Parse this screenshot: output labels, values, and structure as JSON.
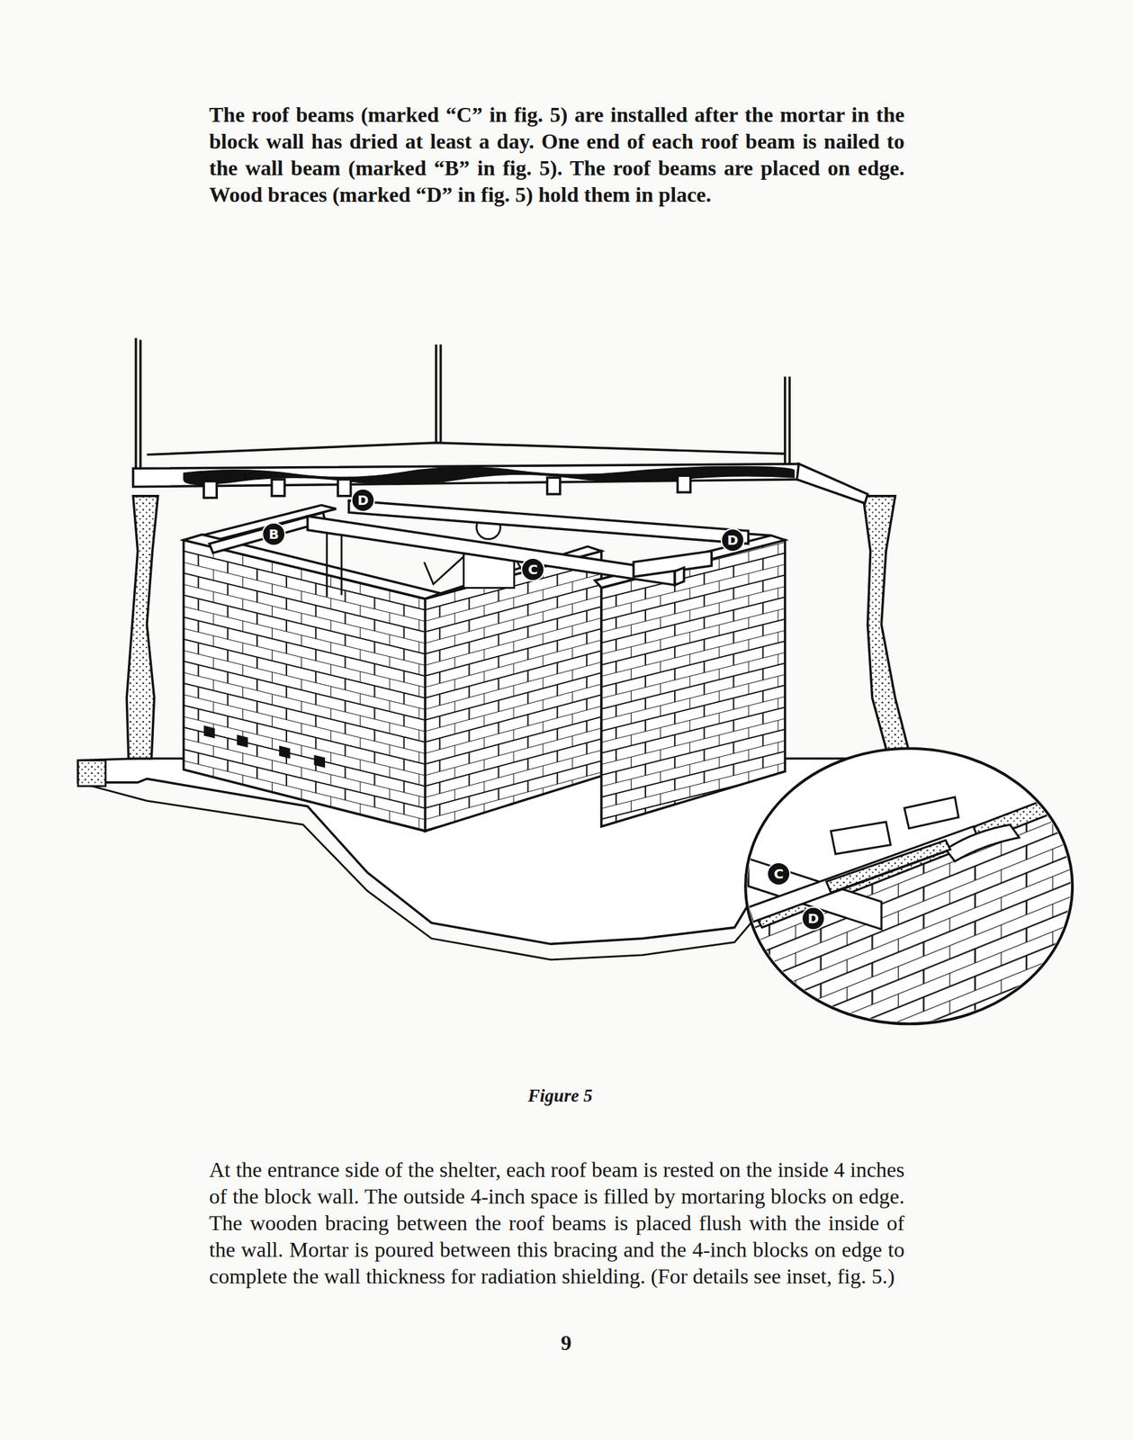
{
  "diagram": {
    "caption": "Figure 5",
    "nodes": [
      {
        "text": [
          "D"
        ]
      },
      {
        "text": [
          "B"
        ]
      },
      {
        "text": [
          "D"
        ]
      },
      {
        "text": [
          "C"
        ]
      },
      {
        "text": [
          "C"
        ]
      },
      {
        "text": [
          "D"
        ]
      }
    ],
    "labels": [
      "The roof beams (marked “C” in fig. 5) are installed after the mortar in the block wall has dried at least a day. One end of each roof beam is nailed to the wall beam (marked “B” in fig. 5). The roof beams are placed on edge. Wood braces (marked “D” in fig. 5) hold them in place.",
      "At the entrance side of the shelter, each roof beam is rested on the inside 4 inches of the block wall. The outside 4-inch space is filled by mortaring blocks on edge. The wooden bracing between the roof beams is placed flush with the inside of the wall. Mortar is poured between this bracing and the 4-inch blocks on edge to complete the wall thickness for radiation shielding. (For details see inset, fig. 5.)",
      "9"
    ]
  }
}
